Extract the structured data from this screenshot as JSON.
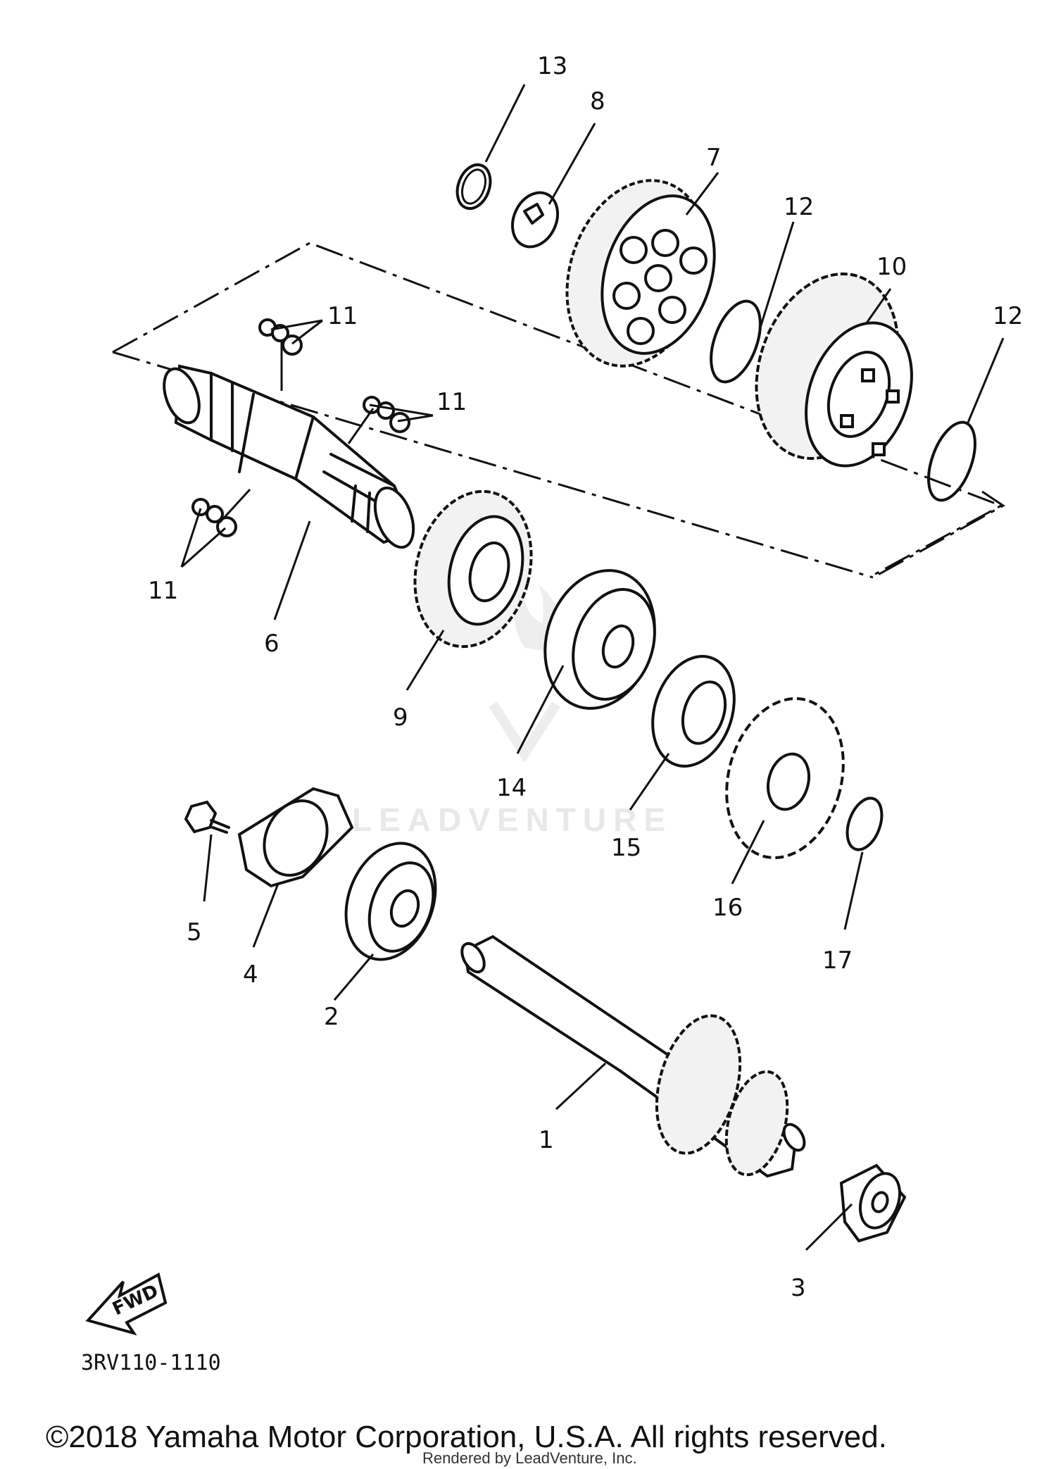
{
  "diagram": {
    "part_code": "3RV110-1110",
    "fwd_label": "FWD",
    "watermark": "LEADVENTURE",
    "copyright": "©2018 Yamaha Motor Corporation, U.S.A. All rights reserved.",
    "rendered_by": "Rendered by LeadVenture, Inc.",
    "callouts": [
      "13",
      "8",
      "7",
      "12",
      "10",
      "12",
      "11",
      "11",
      "11",
      "11",
      "6",
      "9",
      "14",
      "15",
      "16",
      "17",
      "5",
      "4",
      "2",
      "1",
      "3"
    ]
  }
}
